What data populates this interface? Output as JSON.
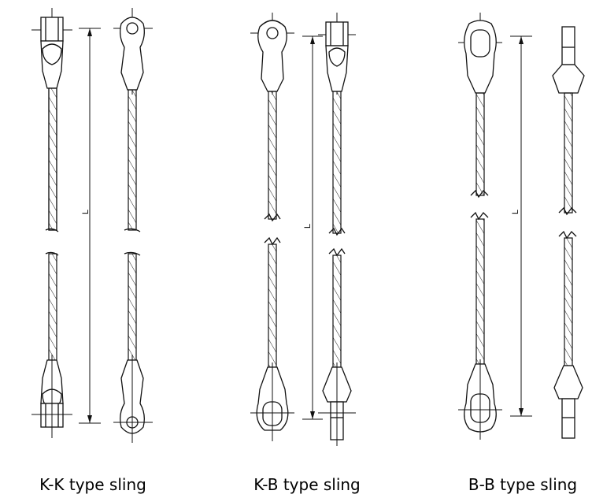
{
  "slings": [
    {
      "id": "kk",
      "caption": "K-K type sling",
      "dimension_label": "L"
    },
    {
      "id": "kb",
      "caption": "K-B type sling",
      "dimension_label": "L"
    },
    {
      "id": "bb",
      "caption": "B-B type sling",
      "dimension_label": "L"
    }
  ],
  "colors": {
    "line": "#111111",
    "background": "#ffffff"
  }
}
